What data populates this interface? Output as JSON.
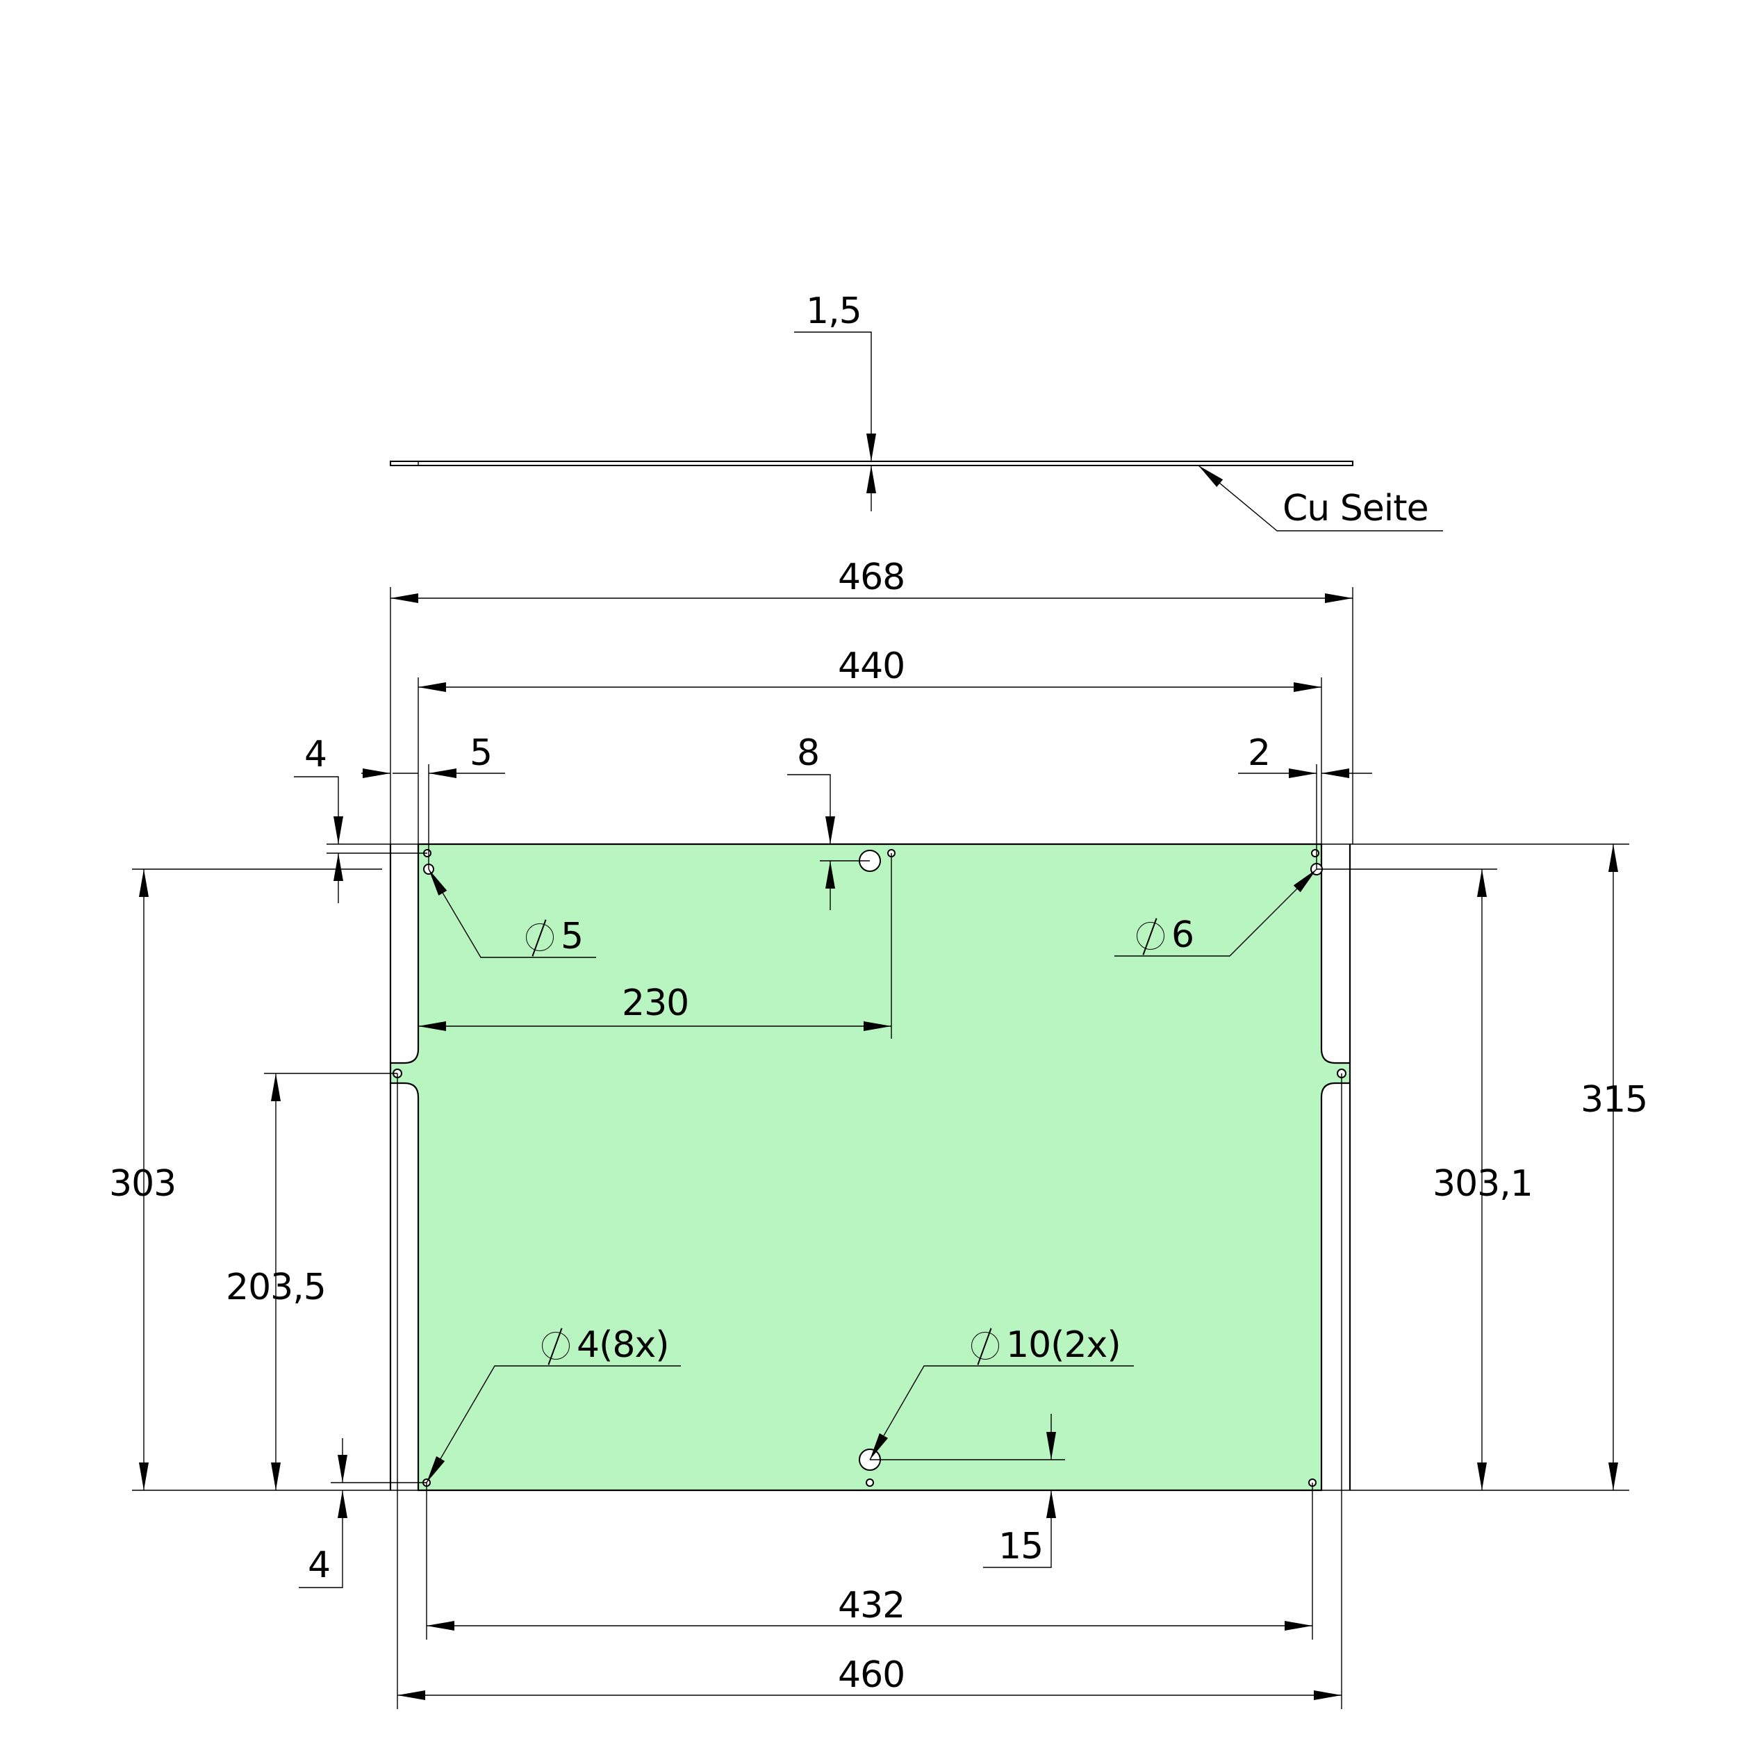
{
  "drawing": {
    "colors": {
      "board_fill": "#B9F5C0",
      "line": "#000000",
      "background": "#FFFFFF"
    },
    "side_view": {
      "thickness_label": "1,5",
      "copper_side_label": "Cu Seite"
    },
    "dimensions": {
      "overall_width": "468",
      "board_width": "440",
      "left_flange": "4",
      "left_hole_offset": "5",
      "top_center_hole_offset": "8",
      "right_flange": "2",
      "center_hole_x": "230",
      "left_height": "303",
      "tab_height": "203,5",
      "right_height": "303,1",
      "overall_height": "315",
      "top_hole_offset_y": "4",
      "bottom_hole_offset_y": "4",
      "bottom_hole_offset": "15",
      "hole_spacing": "432",
      "tab_span": "460"
    },
    "callouts": {
      "hole_d5": {
        "symbol": "diameter",
        "value": "5"
      },
      "hole_d6": {
        "symbol": "diameter",
        "value": "6"
      },
      "hole_d4": {
        "symbol": "diameter",
        "value": "4(8x)"
      },
      "hole_d10": {
        "symbol": "diameter",
        "value": "10(2x)"
      }
    }
  }
}
